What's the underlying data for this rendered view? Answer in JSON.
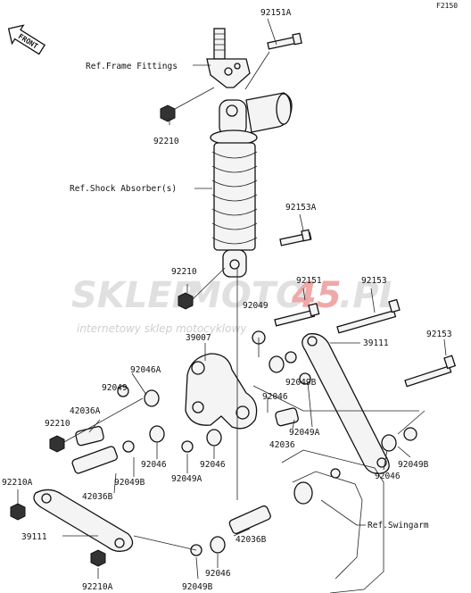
{
  "diagram": {
    "code": "F2150",
    "front_label": "FRONT",
    "watermark": {
      "part1": "SKLEP",
      "part2": "MOTO",
      "part3": "45",
      "part4": ".PL",
      "subtitle": "internetowy sklep motocyklowy"
    },
    "refs": {
      "frame_fittings": "Ref.Frame Fittings",
      "shock_absorber": "Ref.Shock Absorber(s)",
      "swingarm": "Ref.Swingarm"
    },
    "labels": {
      "p92151A": "92151A",
      "p92210_top": "92210",
      "p92153A": "92153A",
      "p92210_mid": "92210",
      "p92151": "92151",
      "p92153_top": "92153",
      "p92049_top": "92049",
      "p39007": "39007",
      "p39111_right": "39111",
      "p92153_right": "92153",
      "p92046A": "92046A",
      "p92049_left": "92049",
      "p42036A": "42036A",
      "p92210_left": "92210",
      "p92049B_mid": "92049B",
      "p92046_mid": "92046",
      "p92049A_right": "92049A",
      "p42036_mid": "42036",
      "p92046_c1": "92046",
      "p92046_c2": "92046",
      "p92049A_c": "92049A",
      "p92049B_c": "92049B",
      "p42036B_c": "42036B",
      "p92210A_left": "92210A",
      "p39111_left": "39111",
      "p92049B_right": "92049B",
      "p92046_right": "92046",
      "p42036B_bottom": "42036B",
      "p92046_bottom": "92046",
      "p92210A_bottom": "92210A",
      "p92049B_bottom": "92049B"
    }
  }
}
